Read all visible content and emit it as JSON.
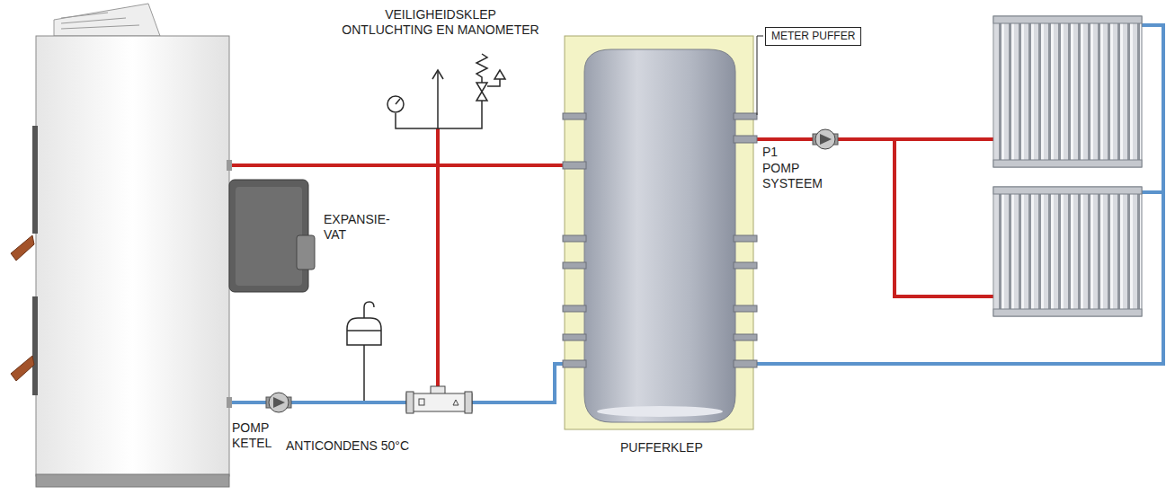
{
  "diagram": {
    "nodes": [
      {
        "text": [
          "METER PUFFER"
        ]
      }
    ],
    "labels": [
      "VEILIGHEIDSKLEP ONTLUCHTING EN MANOMETER",
      "EXPANSIE- VAT",
      "P1",
      "POMP SYSTEEM",
      "POMP KETEL",
      "ANTICONDENS 50°C",
      "PUFFERKLEP"
    ]
  }
}
